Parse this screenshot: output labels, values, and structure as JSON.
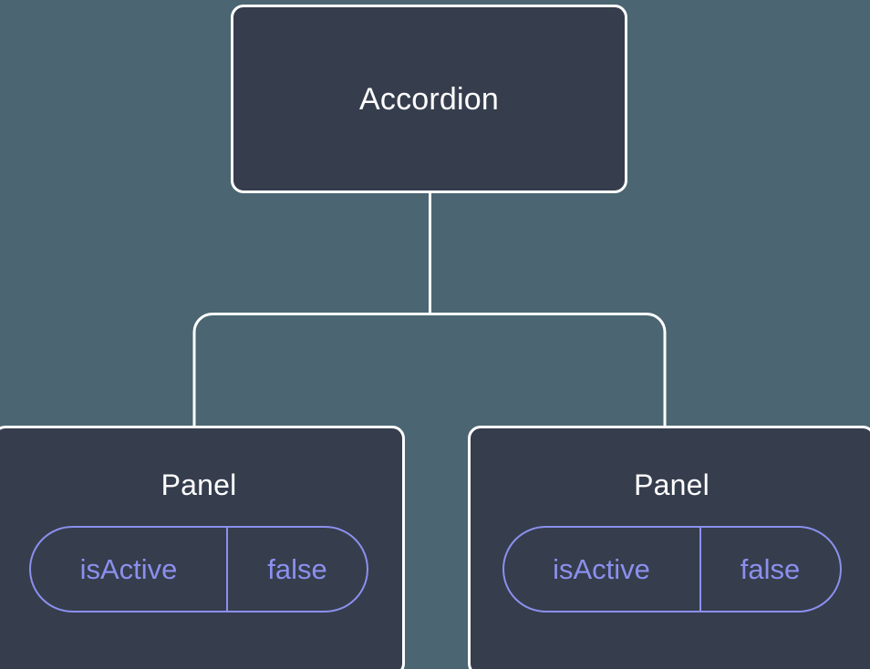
{
  "diagram": {
    "type": "component-tree",
    "background_color": "#4b6672",
    "node_fill_color": "#363d4d",
    "node_border_color": "#ffffff",
    "connector_color": "#ffffff",
    "accent_color": "#8b90ed",
    "title_text_color": "#ffffff",
    "root": {
      "label": "Accordion"
    },
    "children": [
      {
        "label": "Panel",
        "state": {
          "key": "isActive",
          "value": "false"
        }
      },
      {
        "label": "Panel",
        "state": {
          "key": "isActive",
          "value": "false"
        }
      }
    ]
  }
}
